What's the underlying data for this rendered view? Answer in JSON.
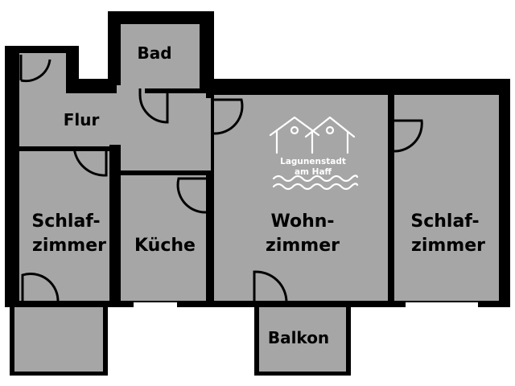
{
  "rooms": {
    "bad": "Bad",
    "flur": "Flur",
    "schlafzimmer_left": [
      "Schlaf-",
      "zimmer"
    ],
    "kueche": "Küche",
    "wohnzimmer": [
      "Wohn-",
      "zimmer"
    ],
    "schlafzimmer_right": [
      "Schlaf-",
      "zimmer"
    ],
    "balkon": "Balkon"
  },
  "logo": {
    "line1": "Lagunenstadt",
    "line2": "am Haff",
    "icon": "two-houses-waves-logo"
  },
  "colors": {
    "room_fill": "#a6a6a6",
    "wall": "#000000",
    "logo": "#ffffff"
  }
}
